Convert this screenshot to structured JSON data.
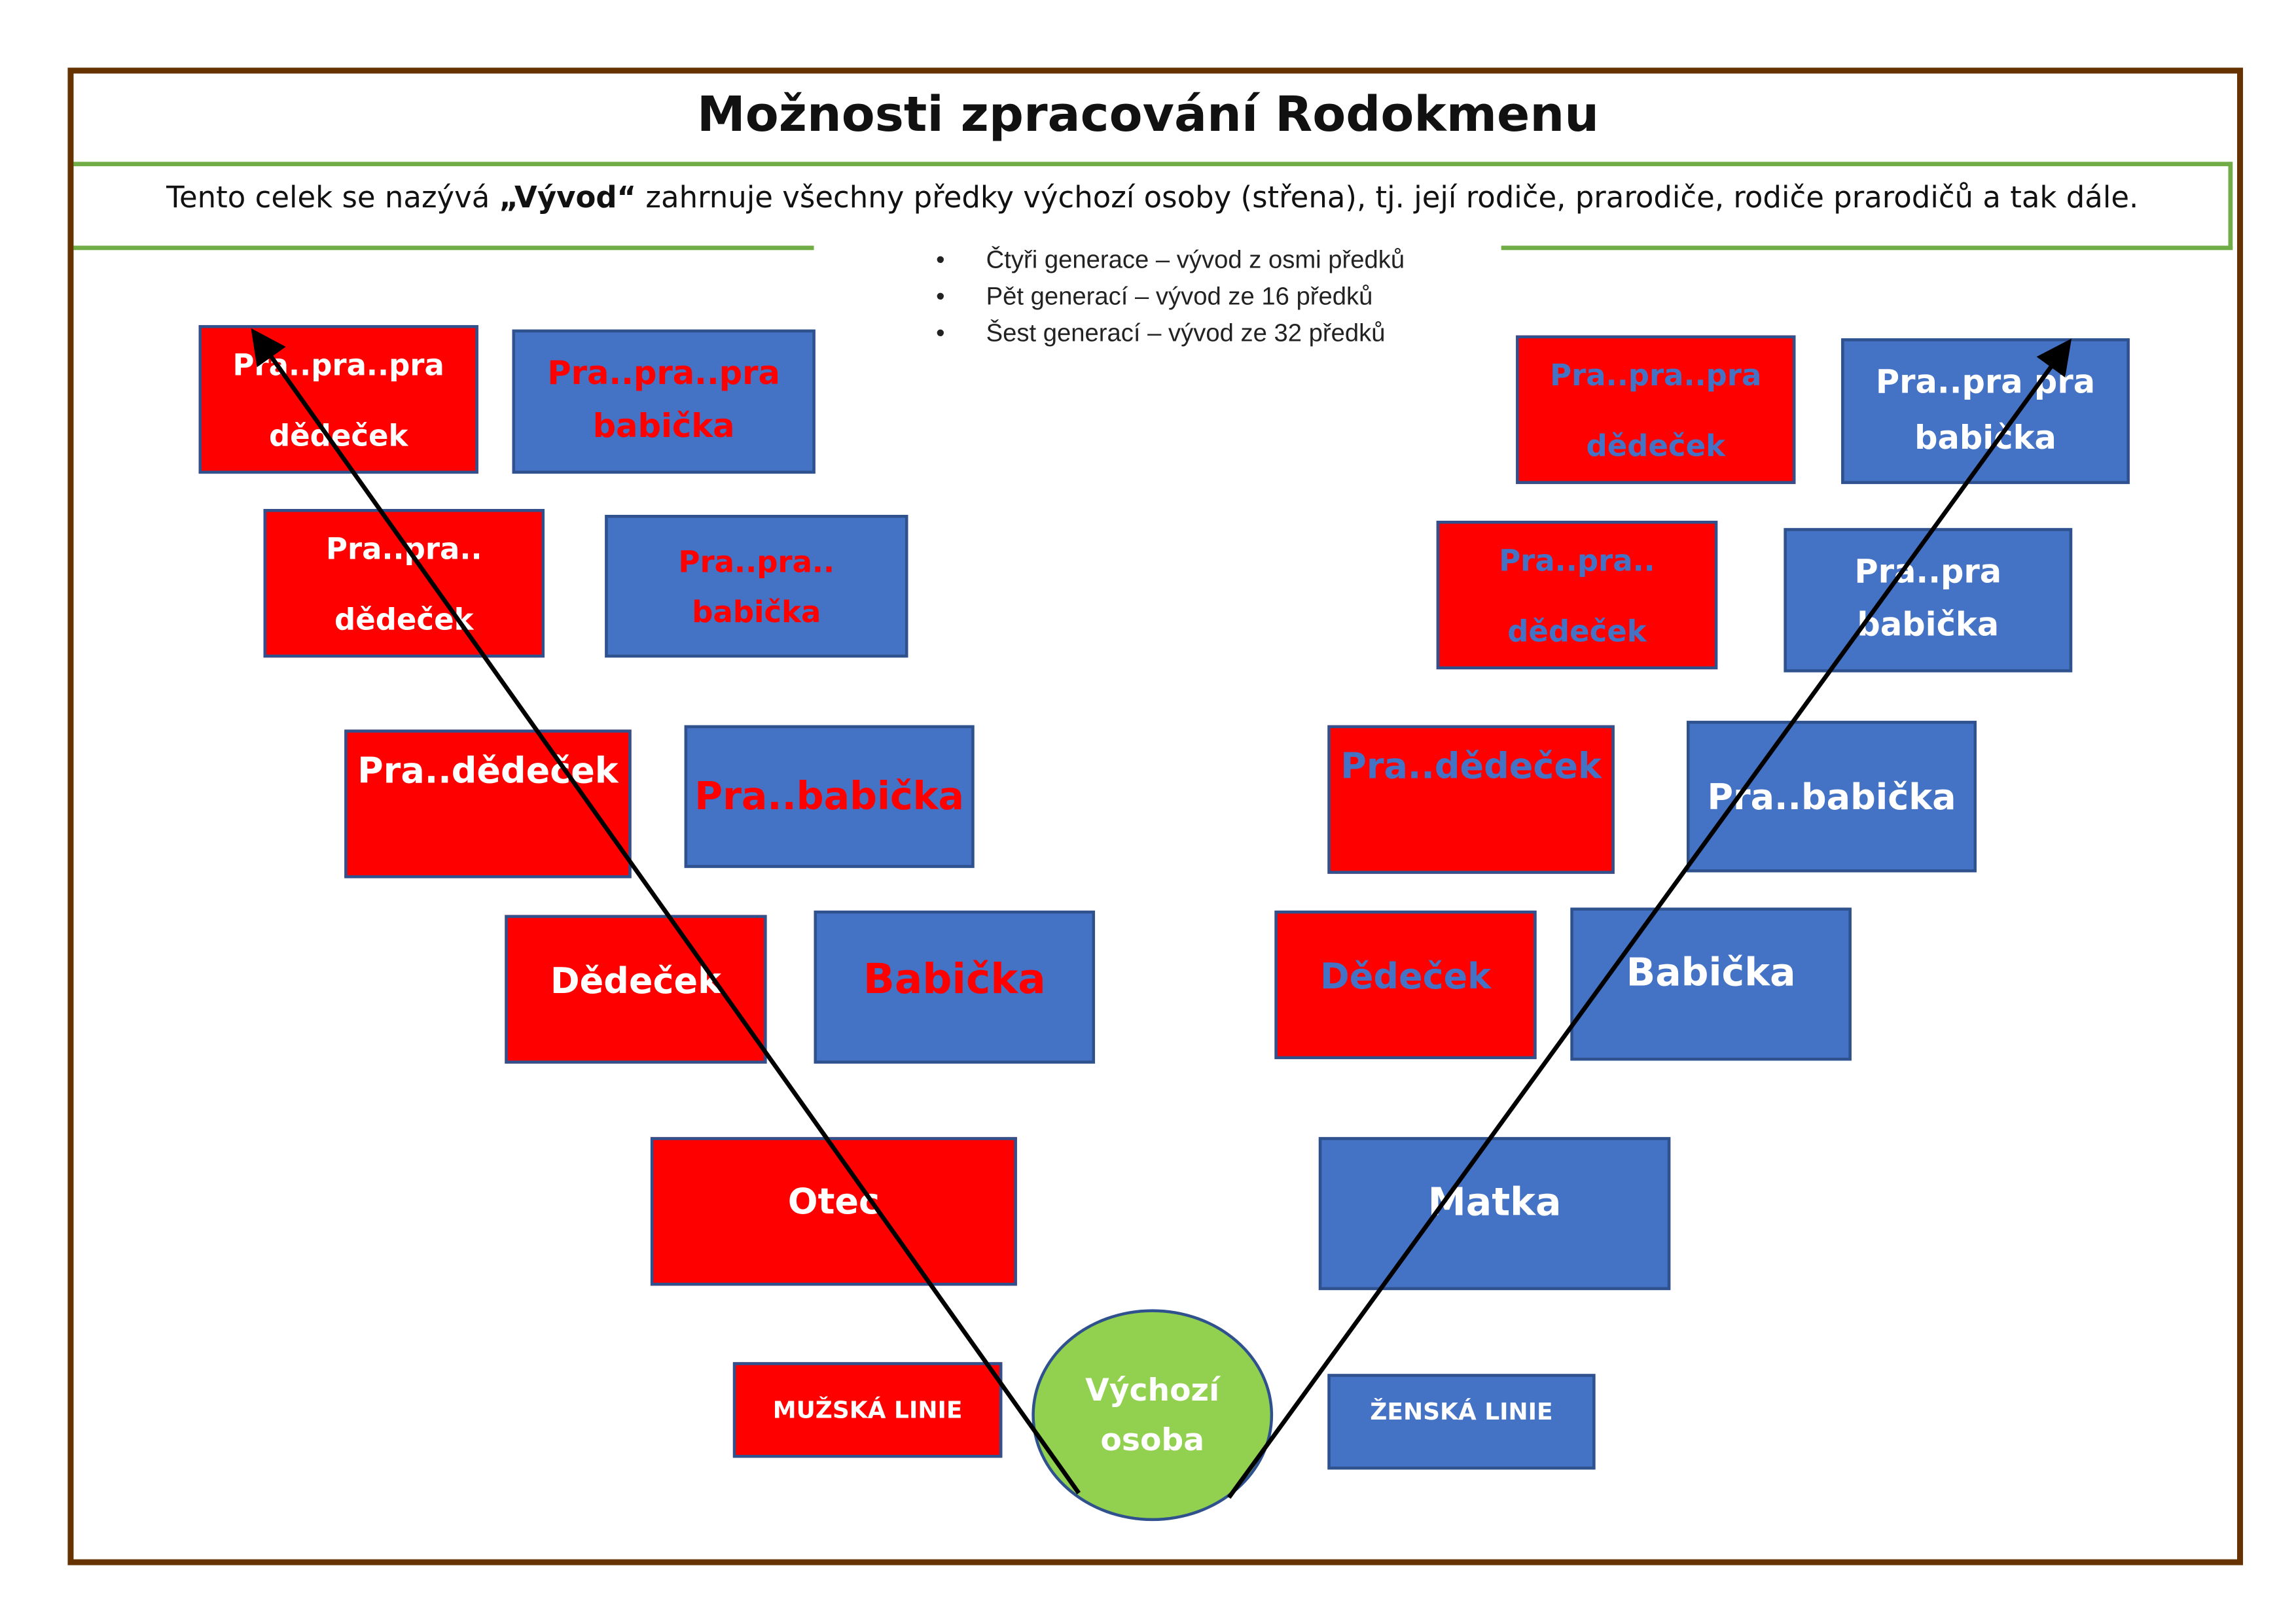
{
  "title": "Možnosti zpracování Rodokmenu",
  "intro": {
    "before": "Tento celek se nazývá ",
    "bold": "„Vývod“",
    "after": " zahrnuje všechny předky výchozí osoby (střena), tj. její rodiče, prarodiče, rodiče prarodičů a tak dále."
  },
  "bullets": [
    "Čtyři generace – vývod z osmi předků",
    "Pět generací – vývod ze 16 předků",
    "Šest generací – vývod ze 32 předků"
  ],
  "left": {
    "g5_grandfather": [
      "Pra..pra..pra",
      "dědeček"
    ],
    "g5_grandmother": [
      "Pra..pra..pra",
      "babička"
    ],
    "g4_grandfather": [
      "Pra..pra..",
      "dědeček"
    ],
    "g4_grandmother": [
      "Pra..pra..",
      "babička"
    ],
    "g3_grandfather": "Pra..dědeček",
    "g3_grandmother": "Pra..babička",
    "grandfather": "Dědeček",
    "grandmother": "Babička",
    "parent": "Otec",
    "line_label": "MUŽSKÁ LINIE"
  },
  "right": {
    "g5_grandfather": [
      "Pra..pra..pra",
      "dědeček"
    ],
    "g5_grandmother": [
      "Pra..pra pra",
      "babička"
    ],
    "g4_grandfather": [
      "Pra..pra..",
      "dědeček"
    ],
    "g4_grandmother": [
      "Pra..pra",
      "babička"
    ],
    "g3_grandfather": "Pra..dědeček",
    "g3_grandmother": "Pra..babička",
    "grandfather": "Dědeček",
    "grandmother": "Babička",
    "parent": "Matka",
    "line_label": "ŽENSKÁ LINIE"
  },
  "root": [
    "Výchozí",
    "osoba"
  ],
  "colors": {
    "male": "#ff0000",
    "female": "#4472c4",
    "root": "#92d050",
    "frame": "#663300",
    "accent": "#70ad47"
  }
}
